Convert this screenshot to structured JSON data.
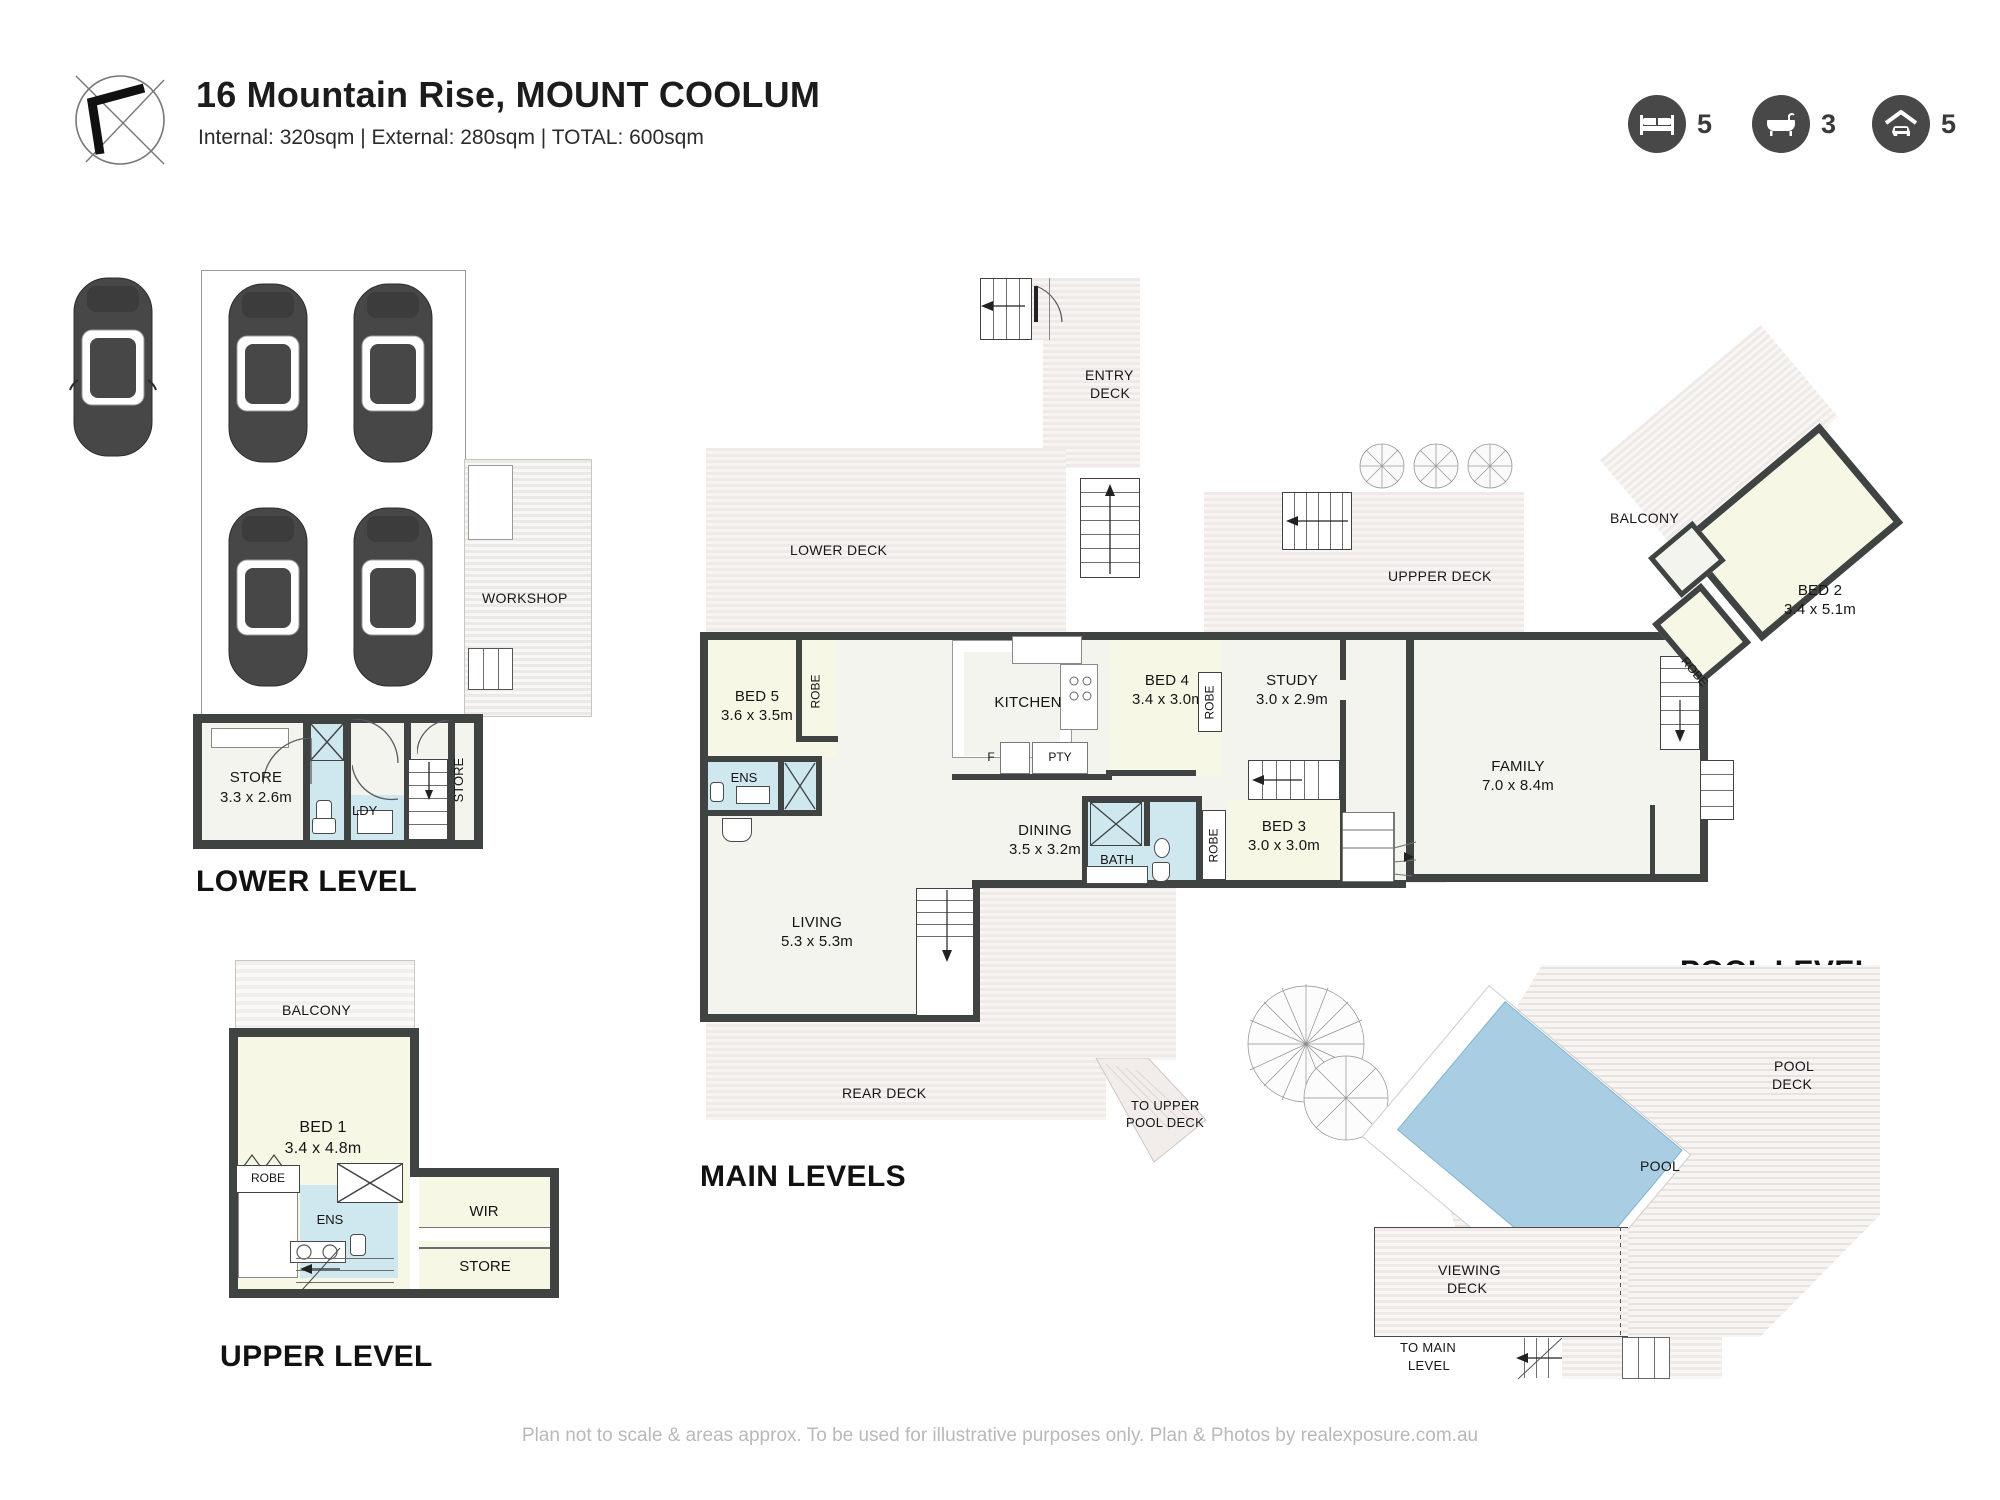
{
  "header": {
    "title": "16 Mountain Rise, MOUNT COOLUM",
    "subtitle": "Internal: 320sqm  |   External: 280sqm  |   TOTAL: 600sqm",
    "compass_icon": "compass-north-icon",
    "badges": [
      {
        "icon": "bed-icon",
        "name": "bedrooms",
        "count": "5"
      },
      {
        "icon": "bath-icon",
        "name": "bathrooms",
        "count": "3"
      },
      {
        "icon": "garage-icon",
        "name": "car-spaces",
        "count": "5"
      }
    ]
  },
  "sections": {
    "lower": "LOWER LEVEL",
    "upper": "UPPER LEVEL",
    "main": "MAIN LEVELS",
    "pool": "POOL LEVEL"
  },
  "lower_level": {
    "workshop": "WORKSHOP",
    "store_left_name": "STORE",
    "store_left_dims": "3.3 x 2.6m",
    "store_right": "STORE",
    "laundry": "LDY",
    "cars": 5
  },
  "upper_level": {
    "balcony": "BALCONY",
    "bed1_name": "BED 1",
    "bed1_dims": "3.4 x 4.8m",
    "robe": "ROBE",
    "ens": "ENS",
    "wir": "WIR",
    "store": "STORE"
  },
  "main_level": {
    "entry_deck_l1": "ENTRY",
    "entry_deck_l2": "DECK",
    "lower_deck": "LOWER DECK",
    "upper_deck": "UPPPER DECK",
    "rear_deck": "REAR DECK",
    "to_upper_pool_l1": "TO UPPER",
    "to_upper_pool_l2": "POOL DECK",
    "bed5_name": "BED 5",
    "bed5_dims": "3.6 x 3.5m",
    "bed5_robe": "ROBE",
    "bed5_ens": "ENS",
    "kitchen": "KITCHEN",
    "fridge": "F",
    "pantry": "PTY",
    "bed4_name": "BED 4",
    "bed4_dims": "3.4 x 3.0m",
    "bed4_robe": "ROBE",
    "study_name": "STUDY",
    "study_dims": "3.0 x 2.9m",
    "dining_name": "DINING",
    "dining_dims": "3.5 x 3.2m",
    "bath": "BATH",
    "bed3_name": "BED 3",
    "bed3_dims": "3.0 x 3.0m",
    "bed3_robe": "ROBE",
    "living_name": "LIVING",
    "living_dims": "5.3 x 5.3m",
    "family_name": "FAMILY",
    "family_dims": "7.0 x 8.4m",
    "balcony": "BALCONY",
    "bed2_name": "BED 2",
    "bed2_dims": "3.4 x 5.1m",
    "bed2_robe": "ROBE"
  },
  "pool_level": {
    "pool": "POOL",
    "pool_deck_l1": "POOL",
    "pool_deck_l2": "DECK",
    "viewing_deck_l1": "VIEWING",
    "viewing_deck_l2": "DECK",
    "to_main_l1": "TO MAIN",
    "to_main_l2": "LEVEL"
  },
  "footer": "Plan not to scale & areas approx. To be used for illustrative purposes only. Plan & Photos by realexposure.com.au",
  "colors": {
    "wall": "#3f4443",
    "room_fill": "#f7f7e6",
    "neutral_fill": "#f4f4ef",
    "wet_fill": "#cfe7ee",
    "deck_fill": "#efe9e7",
    "pool_water": "#a9cde2",
    "badge": "#484848",
    "footer_text": "#b9b9b9"
  }
}
